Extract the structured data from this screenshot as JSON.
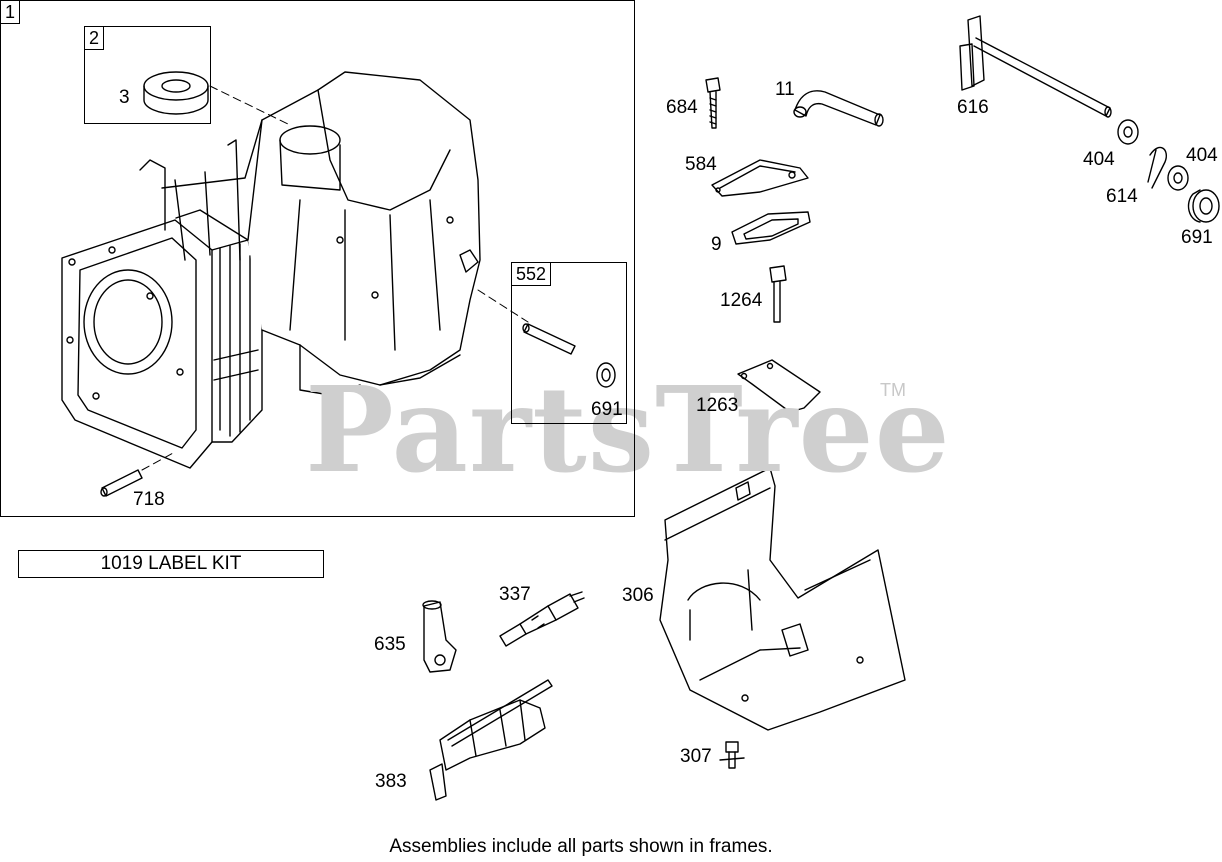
{
  "watermark": {
    "text": "PartsTree",
    "trademark": "TM"
  },
  "frames": {
    "main": {
      "tag": "1"
    },
    "seal_kit": {
      "tag": "2"
    },
    "pin_kit": {
      "tag": "552"
    }
  },
  "labels": {
    "p3": "3",
    "p718": "718",
    "p691_frame": "691",
    "p684": "684",
    "p11": "11",
    "p616": "616",
    "p404_a": "404",
    "p404_b": "404",
    "p614": "614",
    "p691": "691",
    "p584": "584",
    "p9": "9",
    "p1264": "1264",
    "p1263": "1263",
    "p306": "306",
    "p307": "307",
    "p337": "337",
    "p635": "635",
    "p383": "383"
  },
  "label_kit": "1019 LABEL KIT",
  "footnote": "Assemblies include all parts shown in frames."
}
